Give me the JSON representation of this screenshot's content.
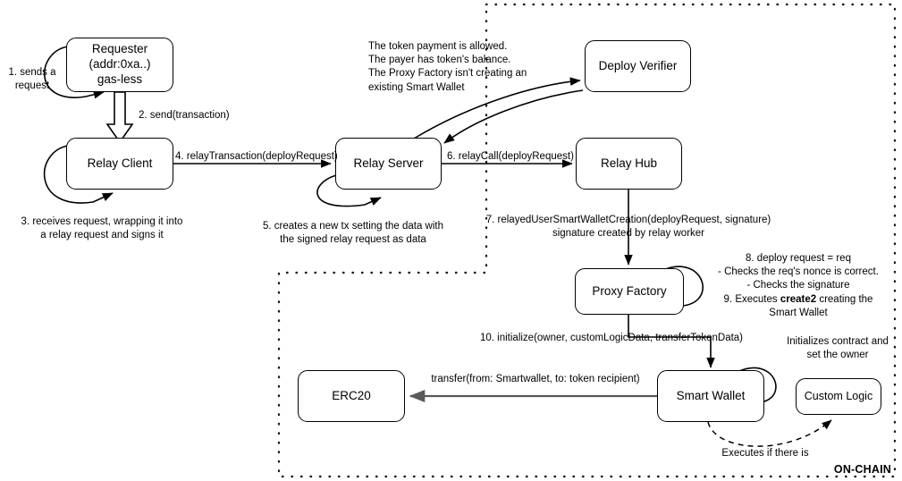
{
  "diagram": {
    "title": "RIF Relay gas-less smart wallet deployment flow",
    "boundary_label": "ON-CHAIN",
    "colors": {
      "stroke": "#000000",
      "background": "#ffffff",
      "transfer_arrow": "#595959"
    },
    "nodes": [
      {
        "id": "requester",
        "lines": [
          "Requester",
          "(addr:0xa..)",
          "gas-less"
        ]
      },
      {
        "id": "relay-client",
        "lines": [
          "Relay Client"
        ]
      },
      {
        "id": "relay-server",
        "lines": [
          "Relay Server"
        ]
      },
      {
        "id": "relay-hub",
        "lines": [
          "Relay Hub"
        ]
      },
      {
        "id": "deploy-verifier",
        "lines": [
          "Deploy Verifier"
        ]
      },
      {
        "id": "proxy-factory",
        "lines": [
          "Proxy Factory"
        ]
      },
      {
        "id": "smart-wallet",
        "lines": [
          "Smart Wallet"
        ]
      },
      {
        "id": "custom-logic",
        "lines": [
          "Custom Logic"
        ]
      },
      {
        "id": "erc20",
        "lines": [
          "ERC20"
        ]
      }
    ],
    "edge_labels": {
      "step1": [
        "1. sends a",
        "request"
      ],
      "step2": [
        "2. send(transaction)"
      ],
      "step3": [
        "3. receives request, wrapping it into",
        "a relay request and signs it"
      ],
      "step4": [
        "4. relayTransaction(deployRequest)"
      ],
      "step5": [
        "5. creates a new tx setting the data with",
        "the signed relay request as data"
      ],
      "step6": [
        "6. relayCall(deployRequest)"
      ],
      "step7": [
        "7. relayedUserSmartWalletCreation(deployRequest, signature)",
        "signature created by relay worker"
      ],
      "step10": [
        "10. initialize(owner, customLogicData, transferTokenData)"
      ],
      "transfer": [
        "transfer(from: Smartwallet, to: token recipient)"
      ],
      "executes_if": [
        "Executes if there is"
      ]
    },
    "annotations": {
      "verifier_checks": [
        "The token payment is allowed.",
        "The payer has token's balance.",
        "The Proxy Factory isn't creating an",
        "existing Smart Wallet"
      ],
      "factory_checks_line1": "8. deploy request = req",
      "factory_checks_line2": "- Checks the req's nonce is correct.",
      "factory_checks_line3": "- Checks the signature",
      "factory_checks_line4_pre": "9. Executes ",
      "factory_checks_line4_bold": "create2",
      "factory_checks_line4_post": " creating the",
      "factory_checks_line5": "Smart Wallet",
      "initializes": [
        "Initializes contract and",
        "set the owner"
      ]
    }
  }
}
